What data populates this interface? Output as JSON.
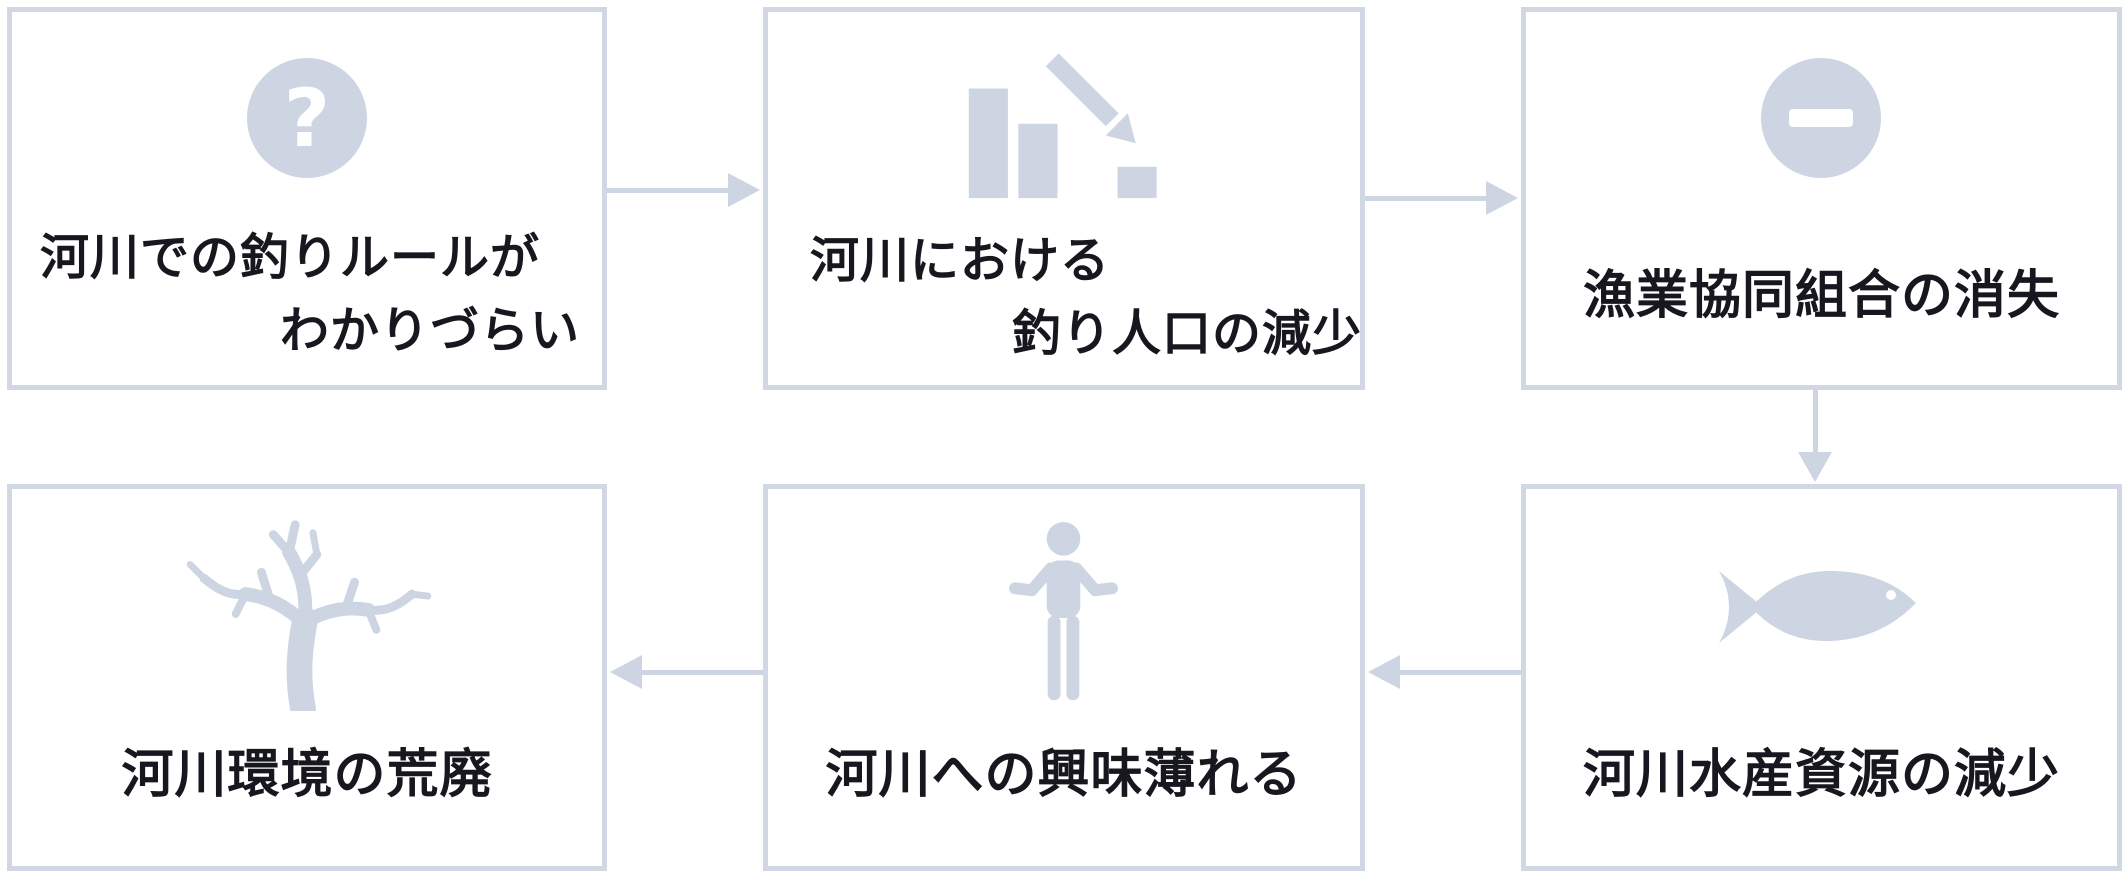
{
  "diagram": {
    "type": "flowchart",
    "boxes": [
      {
        "id": "fishing-rules-unclear",
        "icon": "question-icon",
        "line1": "河川での釣りルールが",
        "line2": "わかりづらい"
      },
      {
        "id": "fishing-population-decline",
        "icon": "declining-bar-chart-icon",
        "line1": "河川における",
        "line2": "釣り人口の減少"
      },
      {
        "id": "fishery-cooperative-loss",
        "icon": "minus-icon",
        "label": "漁業協同組合の消失"
      },
      {
        "id": "river-fishery-resources-decline",
        "icon": "fish-icon",
        "label": "河川水産資源の減少"
      },
      {
        "id": "interest-in-rivers-fades",
        "icon": "person-icon",
        "label": "河川への興味薄れる"
      },
      {
        "id": "river-environment-devastation",
        "icon": "dead-tree-icon",
        "label": "河川環境の荒廃"
      }
    ],
    "arrows": [
      {
        "from": "fishing-rules-unclear",
        "to": "fishing-population-decline",
        "direction": "right"
      },
      {
        "from": "fishing-population-decline",
        "to": "fishery-cooperative-loss",
        "direction": "right"
      },
      {
        "from": "fishery-cooperative-loss",
        "to": "river-fishery-resources-decline",
        "direction": "down"
      },
      {
        "from": "river-fishery-resources-decline",
        "to": "interest-in-rivers-fades",
        "direction": "left"
      },
      {
        "from": "interest-in-rivers-fades",
        "to": "river-environment-devastation",
        "direction": "left"
      }
    ],
    "colors": {
      "accent": "#cdd5e2",
      "border": "#d2d8e3",
      "text": "#17171f",
      "background": "#ffffff",
      "icon_glyph": "#ffffff"
    }
  }
}
